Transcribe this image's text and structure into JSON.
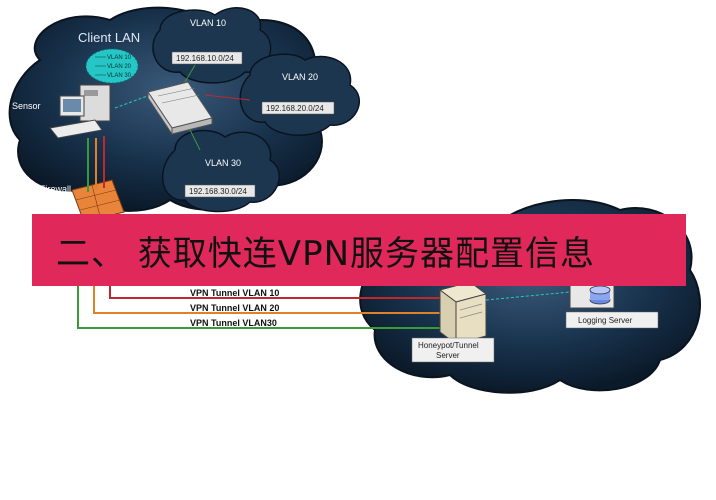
{
  "diagram": {
    "client_lan_label": "Client LAN",
    "sensor_label": "Sensor",
    "firewall_label": "Firewall",
    "vlans": [
      {
        "name": "VLAN 10",
        "subnet": "192.168.10.0/24"
      },
      {
        "name": "VLAN 20",
        "subnet": "192.168.20.0/24"
      },
      {
        "name": "VLAN 30",
        "subnet": "192.168.30.0/24"
      }
    ],
    "bubble_items": [
      "VLAN 10",
      "VLAN 20",
      "VLAN 30"
    ],
    "tunnels": [
      "VPN Tunnel  VLAN 10",
      "VPN Tunnel VLAN 20",
      "VPN Tunnel VLAN30"
    ],
    "honeypot_label_line1": "Honeypot/Tunnel",
    "honeypot_label_line2": "Server",
    "logging_label": "Logging Server",
    "colors": {
      "cloud": "#0f2236",
      "vlan10": "#c0282c",
      "vlan20": "#e0802a",
      "vlan30": "#3a9a3a",
      "banner": "#e0285a"
    }
  },
  "banner": {
    "title": "二、 获取快连VPN服务器配置信息"
  }
}
